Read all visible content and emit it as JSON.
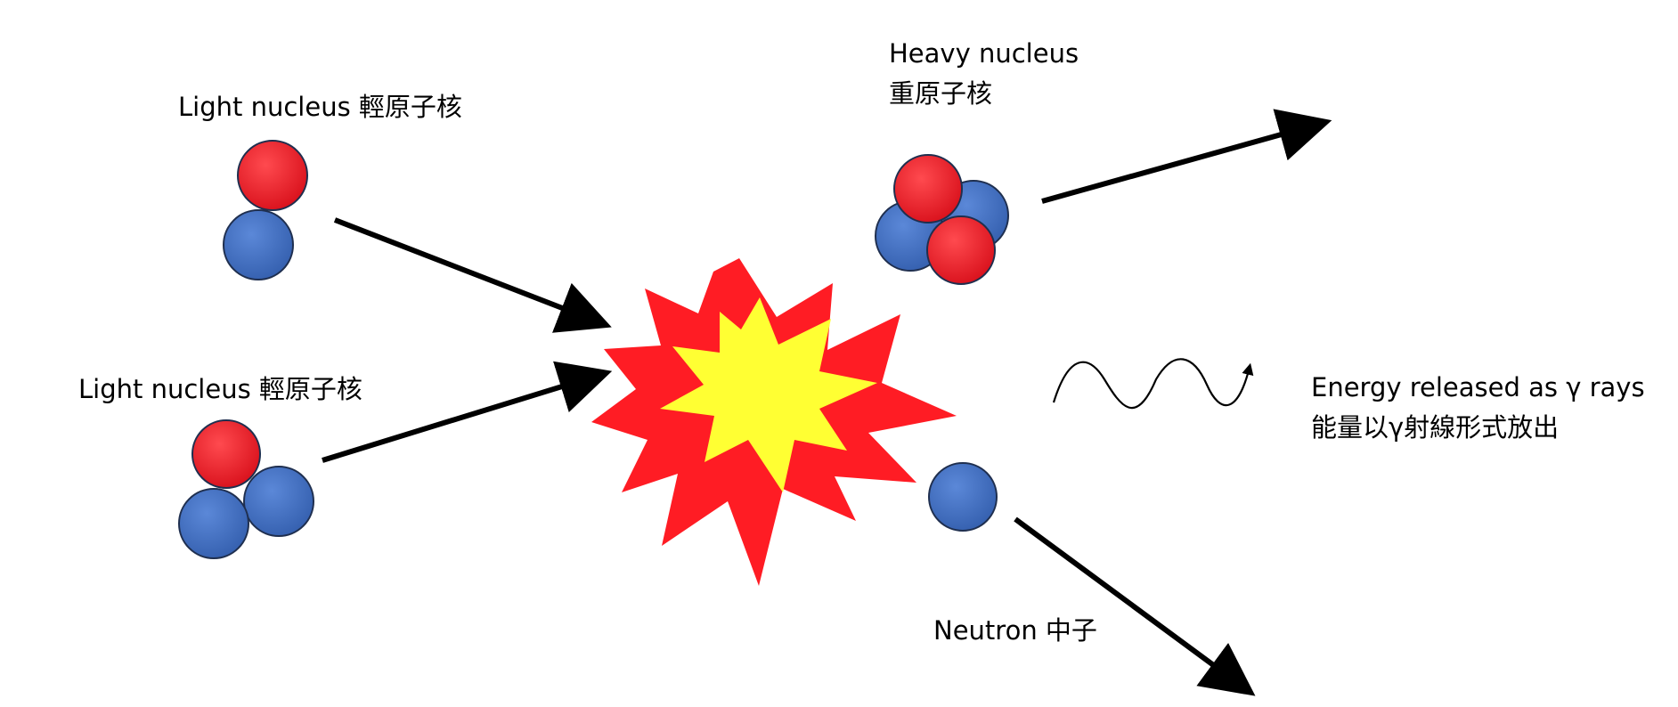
{
  "labels": {
    "light_nucleus_top": "Light nucleus 輕原子核",
    "light_nucleus_bottom": "Light nucleus 輕原子核",
    "heavy_nucleus_en": "Heavy nucleus",
    "heavy_nucleus_zh": "重原子核",
    "energy_en": "Energy released as γ rays",
    "energy_zh": "能量以γ射線形式放出",
    "neutron": "Neutron 中子"
  },
  "colors": {
    "proton": "#ee1c25",
    "neutron": "#4472c4",
    "explosion_outer": "#ff1c24",
    "explosion_inner": "#ffff33",
    "arrow": "#000000"
  },
  "icons": {
    "explosion": "explosion-icon",
    "gamma_wave": "wave-icon"
  }
}
